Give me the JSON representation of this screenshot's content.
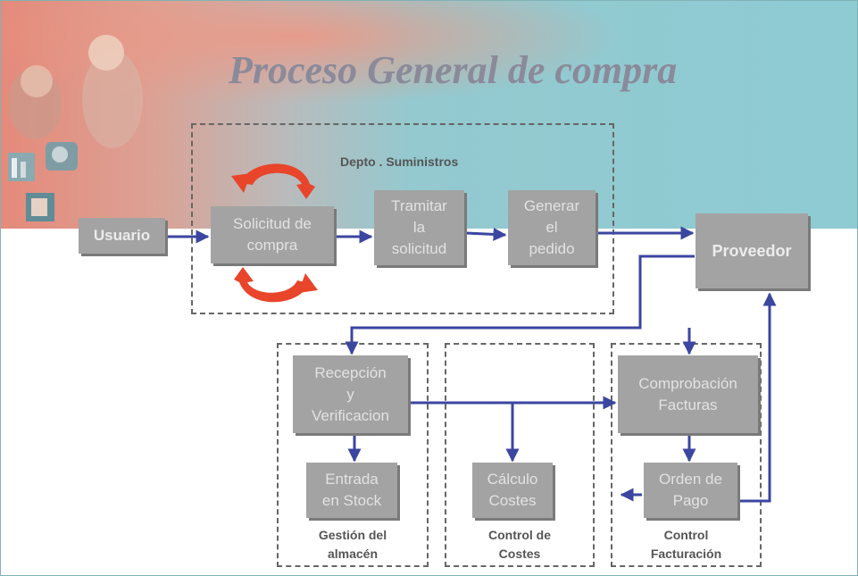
{
  "title": "Proceso General de compra",
  "group_label": "Depto . Suministros",
  "colors": {
    "box_fill": "#a3a3a3",
    "box_text": "#e2e2e2",
    "arrow": "#3b46a0",
    "cycle_arrow": "#e8452a"
  },
  "nodes": {
    "usuario": "Usuario",
    "solicitud": "Solicitud de\ncompra",
    "tramitar": "Tramitar\nla\nsolicitud",
    "generar": "Generar\nel\npedido",
    "proveedor": "Proveedor",
    "recepcion": "Recepción\ny\nVerificacion",
    "entrada": "Entrada\nen Stock",
    "calculo": "Cálculo\nCostes",
    "comprobacion": "Comprobación\nFacturas",
    "orden": "Orden de\nPago"
  },
  "captions": {
    "almacen": "Gestión  del\nalmacén",
    "costes": "Control de\nCostes",
    "facturacion": "Control\nFacturación"
  }
}
